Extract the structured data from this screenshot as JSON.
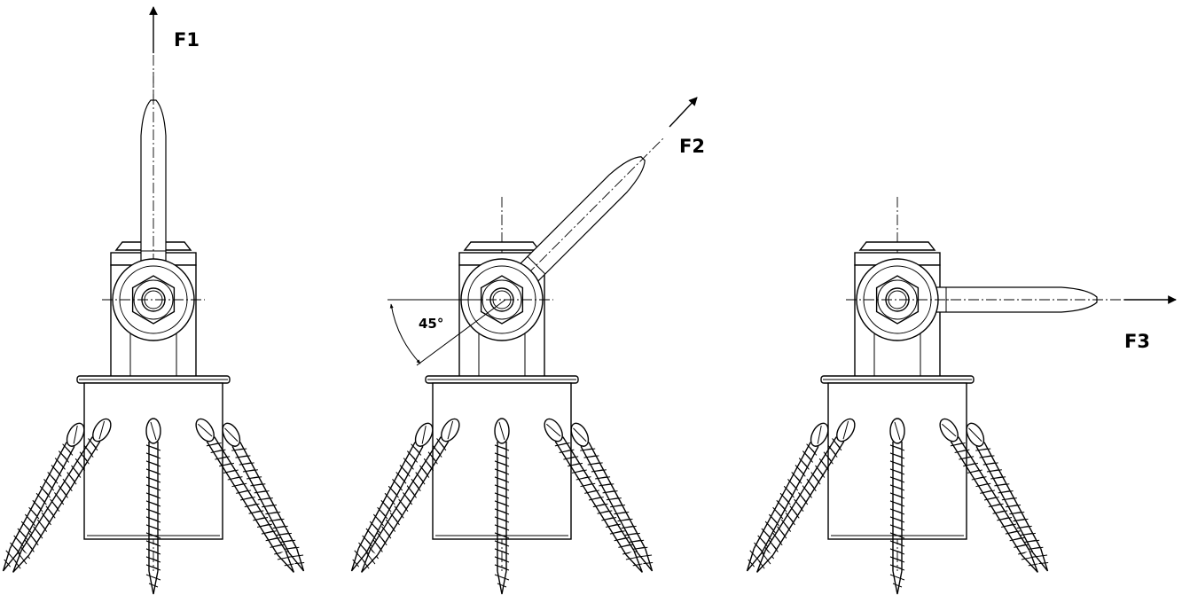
{
  "labels": {
    "f1": "F1",
    "f2": "F2",
    "f3": "F3",
    "angle": "45°"
  },
  "views": [
    {
      "id": "view-f1",
      "rod_angle_deg": 90,
      "force_label": "F1"
    },
    {
      "id": "view-f2",
      "rod_angle_deg": 45,
      "force_label": "F2"
    },
    {
      "id": "view-f3",
      "rod_angle_deg": 0,
      "force_label": "F3"
    }
  ],
  "colors": {
    "line": "#000000",
    "background": "#ffffff"
  }
}
